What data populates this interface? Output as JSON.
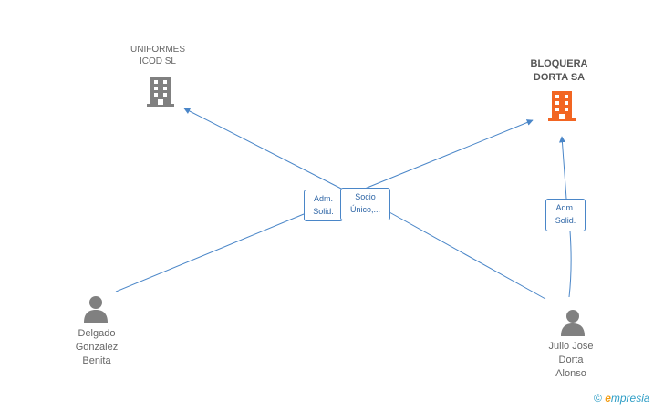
{
  "companies": [
    {
      "id": "uniformes",
      "lines": [
        "UNIFORMES",
        "ICOD  SL"
      ],
      "color": "#808080",
      "bold": false
    },
    {
      "id": "bloquera",
      "lines": [
        "BLOQUERA",
        "DORTA SA"
      ],
      "color": "#f26522",
      "bold": true
    }
  ],
  "people": [
    {
      "id": "delgado",
      "lines": [
        "Delgado",
        "Gonzalez",
        "Benita"
      ]
    },
    {
      "id": "julio",
      "lines": [
        "Julio Jose",
        "Dorta",
        "Alonso"
      ]
    }
  ],
  "relations": [
    {
      "id": "adm-solid-1",
      "lines": [
        "Adm.",
        "Solid."
      ]
    },
    {
      "id": "socio-unico",
      "lines": [
        "Socio",
        "Único,..."
      ]
    },
    {
      "id": "adm-solid-2",
      "lines": [
        "Adm.",
        "Solid."
      ]
    }
  ],
  "colors": {
    "edge": "#4a86c8",
    "person_icon": "#808080"
  },
  "watermark": {
    "symbol": "©",
    "brand_initial": "e",
    "brand_rest": "mpresia"
  }
}
